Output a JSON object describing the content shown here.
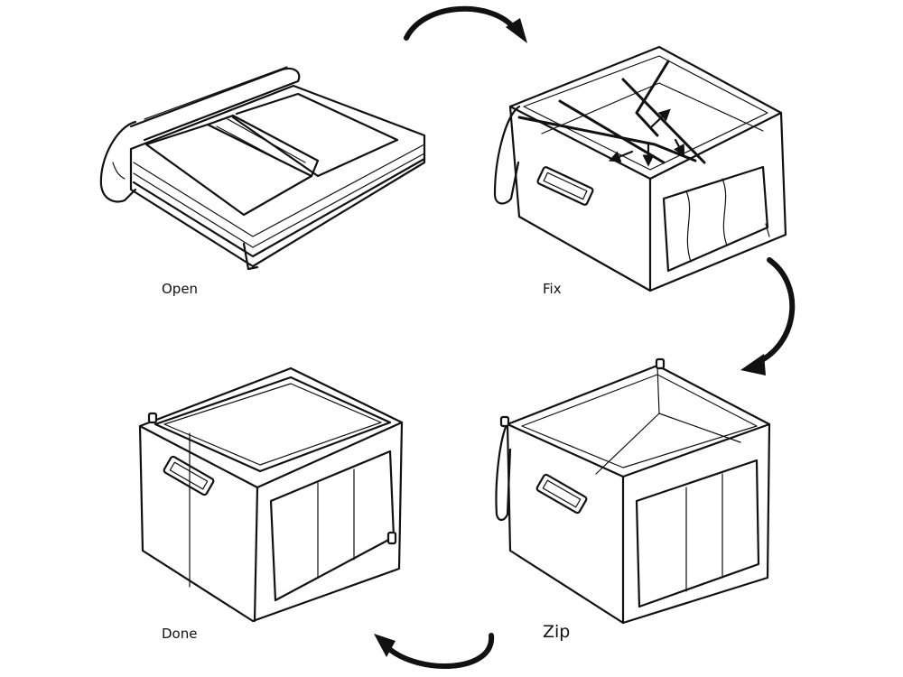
{
  "steps": [
    {
      "id": "open",
      "label": "Open"
    },
    {
      "id": "fix",
      "label": "Fix"
    },
    {
      "id": "zip",
      "label": "Zip"
    },
    {
      "id": "done",
      "label": "Done"
    }
  ],
  "colors": {
    "line": "#111111",
    "background": "#ffffff"
  }
}
